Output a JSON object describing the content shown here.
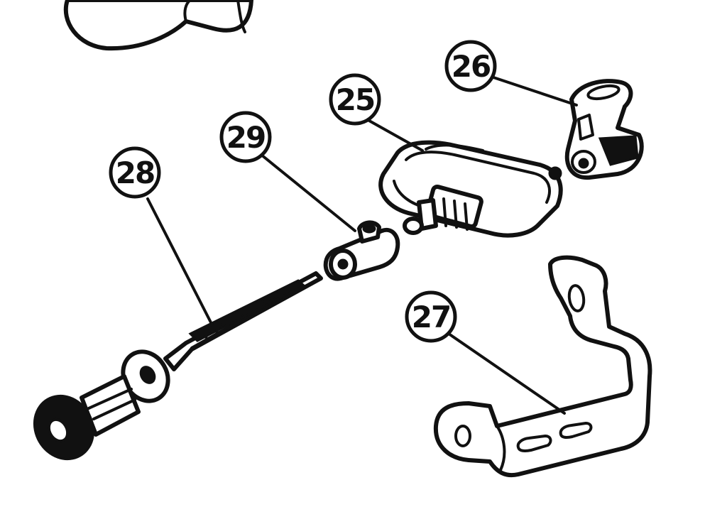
{
  "callouts": [
    {
      "id": "25",
      "label": "25"
    },
    {
      "id": "26",
      "label": "26"
    },
    {
      "id": "27",
      "label": "27"
    },
    {
      "id": "28",
      "label": "28"
    },
    {
      "id": "29",
      "label": "29"
    }
  ],
  "colors": {
    "ink": "#111111",
    "paper": "#ffffff"
  }
}
